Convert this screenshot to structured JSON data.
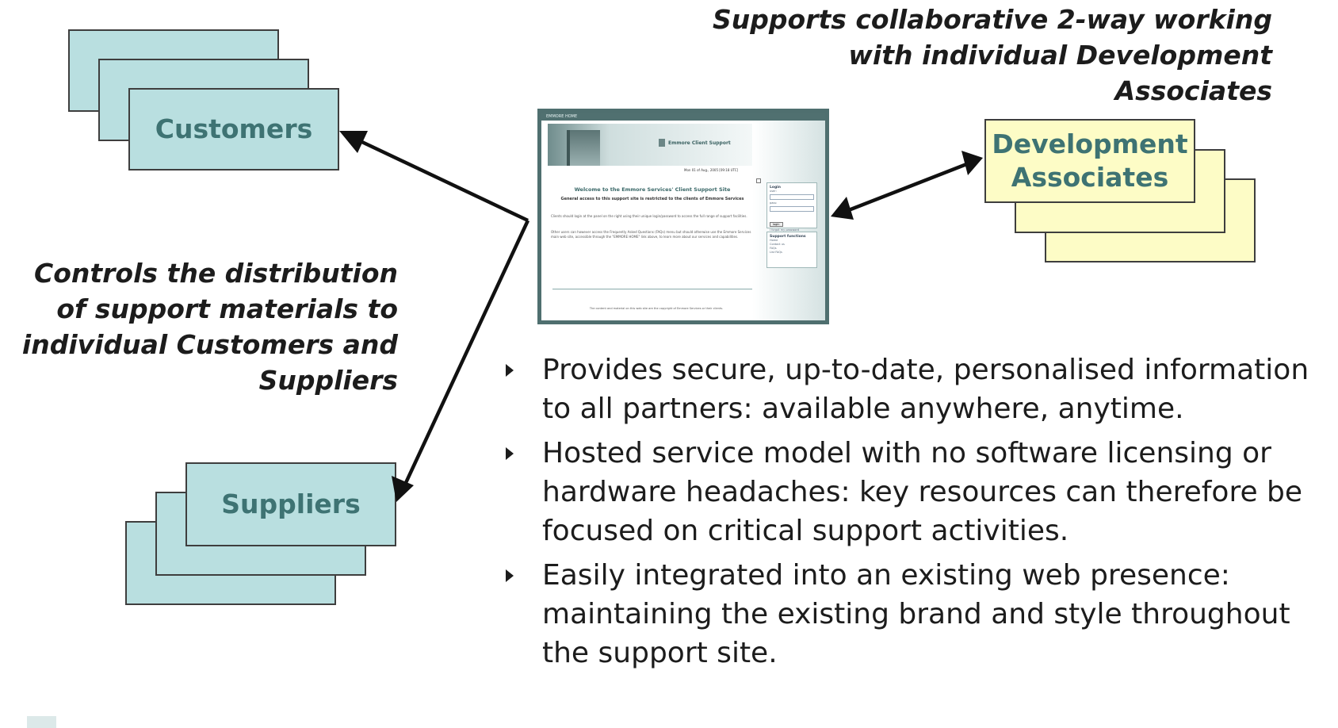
{
  "nodes": {
    "customers": {
      "label": "Customers"
    },
    "suppliers": {
      "label": "Suppliers"
    },
    "development_associates": {
      "label": "Development Associates"
    }
  },
  "captions": {
    "top_right": "Supports collaborative 2-way working with individual Development Associates",
    "left": "Controls the distribution of support materials to individual Customers and Suppliers"
  },
  "website": {
    "nav_label": "EMMORE HOME",
    "brand": "Emmore Client Support",
    "date": "Mon 01 of Aug., 2005 [09:18 UTC]",
    "welcome": "Welcome to the Emmore Services' Client Support Site",
    "restricted": "General access to this support site is restricted to the clients of Emmore Services",
    "para1": "Clients should login at the panel on the right using their unique login/password to access the full range of support facilities.",
    "para2": "Other users can however access the Frequently Asked Questions (FAQs) menu but should otherwise use the Emmore Services main web site, accessible through the \"EMMORE HOME\" link above, to learn more about our services and capabilities.",
    "footer": "The content and material on this web site are the copyright of Emmore Services or their clients.",
    "login_title": "Login",
    "user_label": "user:",
    "pass_label": "pass:",
    "login_button": "login",
    "forgot": "I forgot my password",
    "functions_title": "Support functions",
    "functions": [
      "Home",
      "Contact us",
      "FAQs",
      "List FAQs"
    ]
  },
  "bullets": [
    "Provides secure, up-to-date, personalised information to all partners: available anywhere, anytime.",
    "Hosted service model with no software licensing or hardware headaches: key resources can therefore be focused on critical support activities.",
    "Easily integrated into an existing web presence: maintaining the existing brand and style throughout the support site."
  ],
  "colors": {
    "teal_card": "#b9dfe0",
    "cream_card": "#fdfcc6",
    "label_text": "#3e7373",
    "arrow": "#111111"
  }
}
